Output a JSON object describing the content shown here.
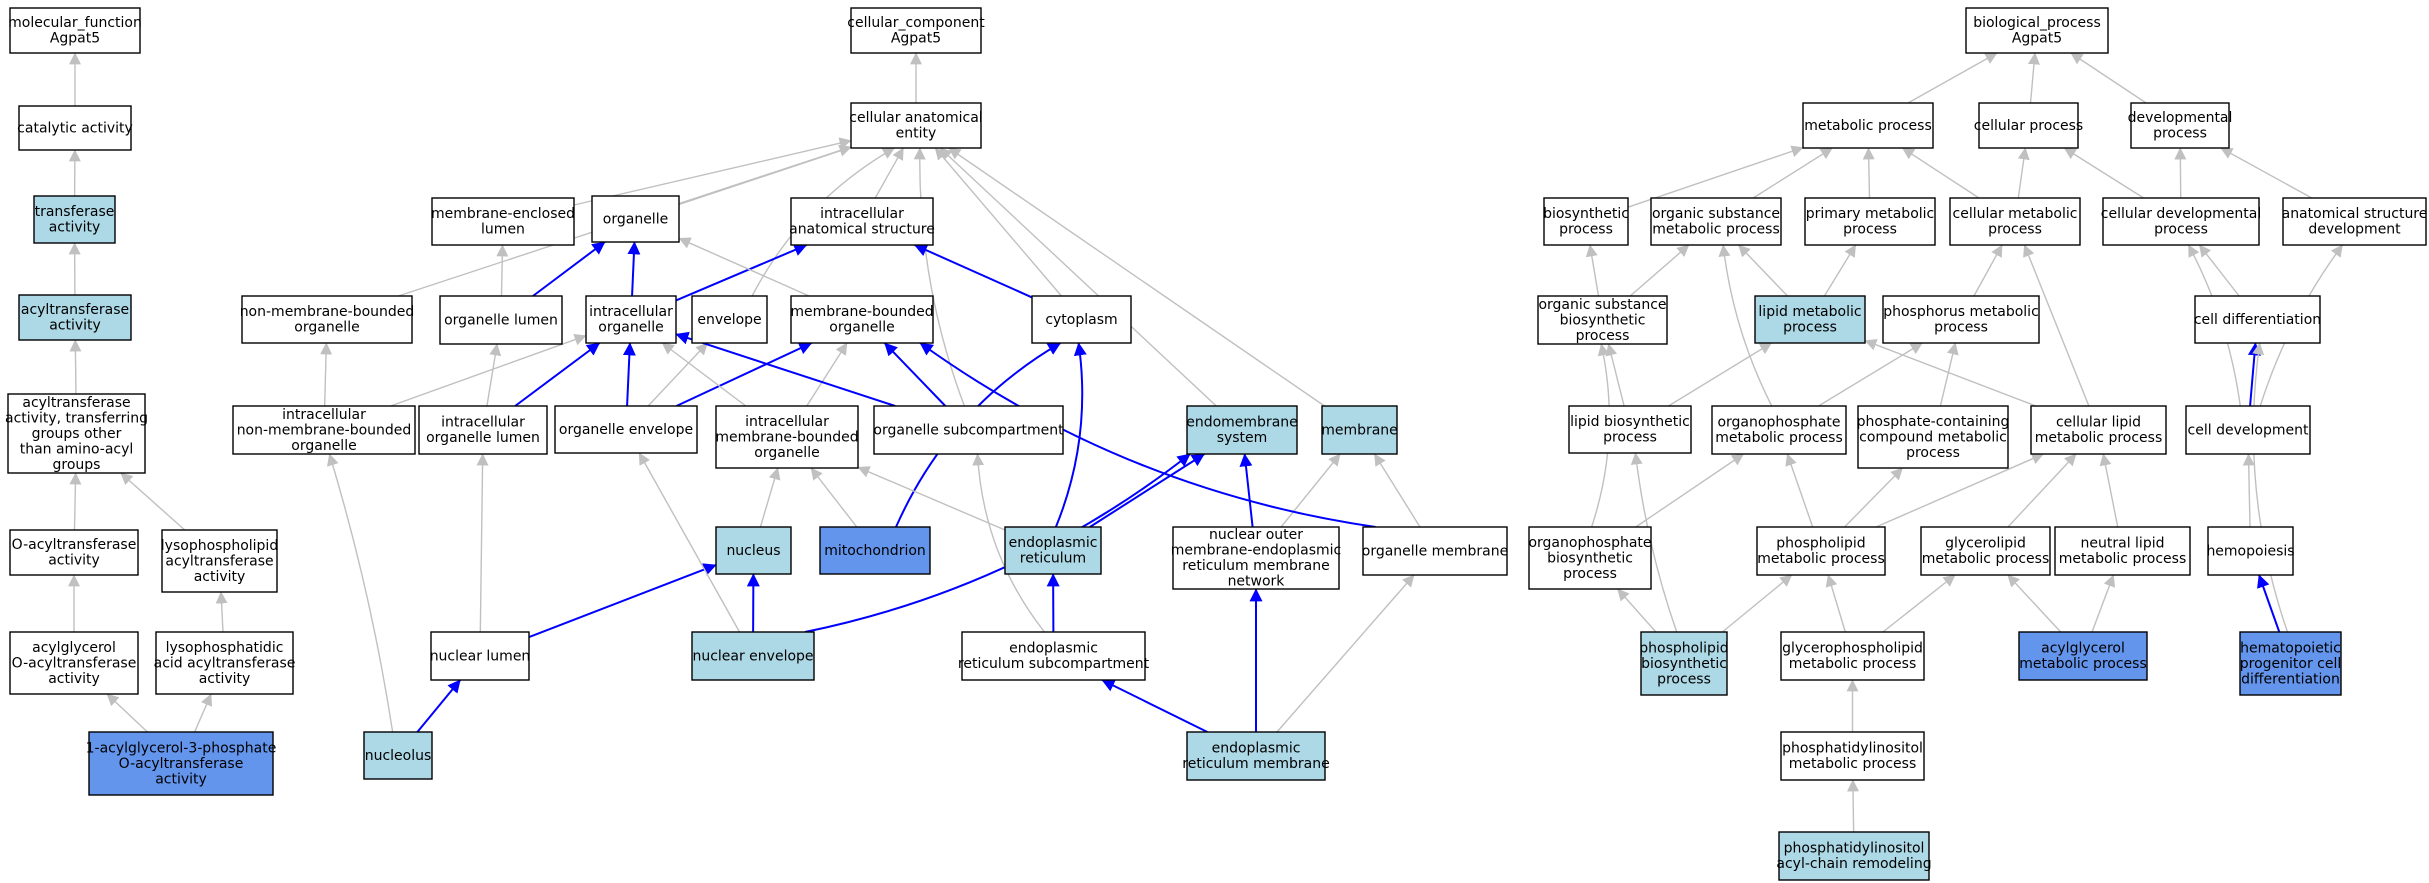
{
  "colors": {
    "plain": "#ffffff",
    "highlight": "#add8e6",
    "selected": "#6495ed",
    "edge_gray": "#c0c0c0",
    "edge_blue": "#0000ff"
  },
  "nodes": [
    {
      "id": "mf",
      "lines": [
        "molecular_function",
        "Agpat5"
      ],
      "style": "plain"
    },
    {
      "id": "cat",
      "lines": [
        "catalytic activity"
      ],
      "style": "plain"
    },
    {
      "id": "trans",
      "lines": [
        "transferase",
        "activity"
      ],
      "style": "highlight"
    },
    {
      "id": "acyltr",
      "lines": [
        "acyltransferase",
        "activity"
      ],
      "style": "highlight"
    },
    {
      "id": "acylnon",
      "lines": [
        "acyltransferase",
        "activity, transferring",
        "groups other",
        "than amino-acyl",
        "groups"
      ],
      "style": "plain"
    },
    {
      "id": "oacyl",
      "lines": [
        "O-acyltransferase",
        "activity"
      ],
      "style": "plain"
    },
    {
      "id": "lysopl",
      "lines": [
        "lysophospholipid",
        "acyltransferase",
        "activity"
      ],
      "style": "plain"
    },
    {
      "id": "acylgly",
      "lines": [
        "acylglycerol",
        "O-acyltransferase",
        "activity"
      ],
      "style": "plain"
    },
    {
      "id": "lpa",
      "lines": [
        "lysophosphatidic",
        "acid acyltransferase",
        "activity"
      ],
      "style": "plain"
    },
    {
      "id": "agpat",
      "lines": [
        "1-acylglycerol-3-phosphate",
        "O-acyltransferase",
        "activity"
      ],
      "style": "selected"
    },
    {
      "id": "cc",
      "lines": [
        "cellular_component",
        "Agpat5"
      ],
      "style": "plain"
    },
    {
      "id": "cae",
      "lines": [
        "cellular anatomical",
        "entity"
      ],
      "style": "plain"
    },
    {
      "id": "mel",
      "lines": [
        "membrane-enclosed",
        "lumen"
      ],
      "style": "plain"
    },
    {
      "id": "org",
      "lines": [
        "organelle"
      ],
      "style": "plain"
    },
    {
      "id": "ias",
      "lines": [
        "intracellular",
        "anatomical structure"
      ],
      "style": "plain"
    },
    {
      "id": "nmbo",
      "lines": [
        "non-membrane-bounded",
        "organelle"
      ],
      "style": "plain"
    },
    {
      "id": "orglumen",
      "lines": [
        "organelle lumen"
      ],
      "style": "plain"
    },
    {
      "id": "intorg",
      "lines": [
        "intracellular",
        "organelle"
      ],
      "style": "plain"
    },
    {
      "id": "env",
      "lines": [
        "envelope"
      ],
      "style": "plain"
    },
    {
      "id": "mbo",
      "lines": [
        "membrane-bounded",
        "organelle"
      ],
      "style": "plain"
    },
    {
      "id": "cyto",
      "lines": [
        "cytoplasm"
      ],
      "style": "plain"
    },
    {
      "id": "inmbo",
      "lines": [
        "intracellular",
        "non-membrane-bounded",
        "organelle"
      ],
      "style": "plain"
    },
    {
      "id": "iol",
      "lines": [
        "intracellular",
        "organelle lumen"
      ],
      "style": "plain"
    },
    {
      "id": "orgenv",
      "lines": [
        "organelle envelope"
      ],
      "style": "plain"
    },
    {
      "id": "imbo",
      "lines": [
        "intracellular",
        "membrane-bounded",
        "organelle"
      ],
      "style": "plain"
    },
    {
      "id": "osub",
      "lines": [
        "organelle subcompartment"
      ],
      "style": "plain"
    },
    {
      "id": "endo",
      "lines": [
        "endomembrane",
        "system"
      ],
      "style": "highlight"
    },
    {
      "id": "memb",
      "lines": [
        "membrane"
      ],
      "style": "highlight"
    },
    {
      "id": "nucleus",
      "lines": [
        "nucleus"
      ],
      "style": "highlight"
    },
    {
      "id": "mito",
      "lines": [
        "mitochondrion"
      ],
      "style": "selected"
    },
    {
      "id": "er",
      "lines": [
        "endoplasmic",
        "reticulum"
      ],
      "style": "highlight"
    },
    {
      "id": "nomern",
      "lines": [
        "nuclear outer",
        "membrane-endoplasmic",
        "reticulum membrane",
        "network"
      ],
      "style": "plain"
    },
    {
      "id": "orgmem",
      "lines": [
        "organelle membrane"
      ],
      "style": "plain"
    },
    {
      "id": "nuclumen",
      "lines": [
        "nuclear lumen"
      ],
      "style": "plain"
    },
    {
      "id": "nucenv",
      "lines": [
        "nuclear envelope"
      ],
      "style": "highlight"
    },
    {
      "id": "ersub",
      "lines": [
        "endoplasmic",
        "reticulum subcompartment"
      ],
      "style": "plain"
    },
    {
      "id": "nucleolus",
      "lines": [
        "nucleolus"
      ],
      "style": "highlight"
    },
    {
      "id": "erm",
      "lines": [
        "endoplasmic",
        "reticulum membrane"
      ],
      "style": "highlight"
    },
    {
      "id": "bp",
      "lines": [
        "biological_process",
        "Agpat5"
      ],
      "style": "plain"
    },
    {
      "id": "metab",
      "lines": [
        "metabolic process"
      ],
      "style": "plain"
    },
    {
      "id": "cellp",
      "lines": [
        "cellular process"
      ],
      "style": "plain"
    },
    {
      "id": "devp",
      "lines": [
        "developmental",
        "process"
      ],
      "style": "plain"
    },
    {
      "id": "biosyn",
      "lines": [
        "biosynthetic",
        "process"
      ],
      "style": "plain"
    },
    {
      "id": "osmp",
      "lines": [
        "organic substance",
        "metabolic process"
      ],
      "style": "plain"
    },
    {
      "id": "pmp",
      "lines": [
        "primary metabolic",
        "process"
      ],
      "style": "plain"
    },
    {
      "id": "cmp",
      "lines": [
        "cellular metabolic",
        "process"
      ],
      "style": "plain"
    },
    {
      "id": "cdp",
      "lines": [
        "cellular developmental",
        "process"
      ],
      "style": "plain"
    },
    {
      "id": "asd",
      "lines": [
        "anatomical structure",
        "development"
      ],
      "style": "plain"
    },
    {
      "id": "osbp",
      "lines": [
        "organic substance",
        "biosynthetic",
        "process"
      ],
      "style": "plain"
    },
    {
      "id": "lmp",
      "lines": [
        "lipid metabolic",
        "process"
      ],
      "style": "highlight"
    },
    {
      "id": "phmp",
      "lines": [
        "phosphorus metabolic",
        "process"
      ],
      "style": "plain"
    },
    {
      "id": "celldiff",
      "lines": [
        "cell differentiation"
      ],
      "style": "plain"
    },
    {
      "id": "lbp",
      "lines": [
        "lipid biosynthetic",
        "process"
      ],
      "style": "plain"
    },
    {
      "id": "opmp",
      "lines": [
        "organophosphate",
        "metabolic process"
      ],
      "style": "plain"
    },
    {
      "id": "pccmp",
      "lines": [
        "phosphate-containing",
        "compound metabolic",
        "process"
      ],
      "style": "plain"
    },
    {
      "id": "clmp",
      "lines": [
        "cellular lipid",
        "metabolic process"
      ],
      "style": "plain"
    },
    {
      "id": "celldev",
      "lines": [
        "cell development"
      ],
      "style": "plain"
    },
    {
      "id": "opbp",
      "lines": [
        "organophosphate",
        "biosynthetic",
        "process"
      ],
      "style": "plain"
    },
    {
      "id": "plmp",
      "lines": [
        "phospholipid",
        "metabolic process"
      ],
      "style": "plain"
    },
    {
      "id": "glmp",
      "lines": [
        "glycerolipid",
        "metabolic process"
      ],
      "style": "plain"
    },
    {
      "id": "nlmp",
      "lines": [
        "neutral lipid",
        "metabolic process"
      ],
      "style": "plain"
    },
    {
      "id": "hemo",
      "lines": [
        "hemopoiesis"
      ],
      "style": "plain"
    },
    {
      "id": "plbp",
      "lines": [
        "phospholipid",
        "biosynthetic",
        "process"
      ],
      "style": "highlight"
    },
    {
      "id": "gplmp",
      "lines": [
        "glycerophospholipid",
        "metabolic process"
      ],
      "style": "plain"
    },
    {
      "id": "agmp",
      "lines": [
        "acylglycerol",
        "metabolic process"
      ],
      "style": "selected"
    },
    {
      "id": "hpcd",
      "lines": [
        "hematopoietic",
        "progenitor cell",
        "differentiation"
      ],
      "style": "selected"
    },
    {
      "id": "pimp",
      "lines": [
        "phosphatidylinositol",
        "metabolic process"
      ],
      "style": "plain"
    },
    {
      "id": "piacr",
      "lines": [
        "phosphatidylinositol",
        "acyl-chain remodeling"
      ],
      "style": "highlight"
    }
  ]
}
